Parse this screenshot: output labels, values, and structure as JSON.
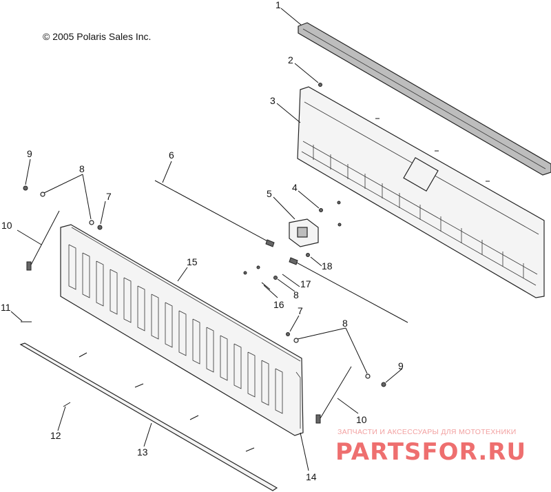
{
  "copyright": "© 2005 Polaris Sales Inc.",
  "watermark": {
    "tagline": "ЗАПЧАСТИ И АКСЕССУАРЫ ДЛЯ МОТОТЕХНИКИ",
    "logo": "PARTSFOR.RU"
  },
  "callouts": [
    {
      "id": "c1",
      "label": "1"
    },
    {
      "id": "c2",
      "label": "2"
    },
    {
      "id": "c3",
      "label": "3"
    },
    {
      "id": "c4",
      "label": "4"
    },
    {
      "id": "c5",
      "label": "5"
    },
    {
      "id": "c6",
      "label": "6"
    },
    {
      "id": "c7a",
      "label": "7"
    },
    {
      "id": "c7b",
      "label": "7"
    },
    {
      "id": "c8a",
      "label": "8"
    },
    {
      "id": "c8b",
      "label": "8"
    },
    {
      "id": "c8c",
      "label": "8"
    },
    {
      "id": "c9a",
      "label": "9"
    },
    {
      "id": "c9b",
      "label": "9"
    },
    {
      "id": "c10a",
      "label": "10"
    },
    {
      "id": "c10b",
      "label": "10"
    },
    {
      "id": "c11",
      "label": "11"
    },
    {
      "id": "c12",
      "label": "12"
    },
    {
      "id": "c13",
      "label": "13"
    },
    {
      "id": "c14",
      "label": "14"
    },
    {
      "id": "c15",
      "label": "15"
    },
    {
      "id": "c16",
      "label": "16"
    },
    {
      "id": "c17",
      "label": "17"
    },
    {
      "id": "c18",
      "label": "18"
    }
  ]
}
